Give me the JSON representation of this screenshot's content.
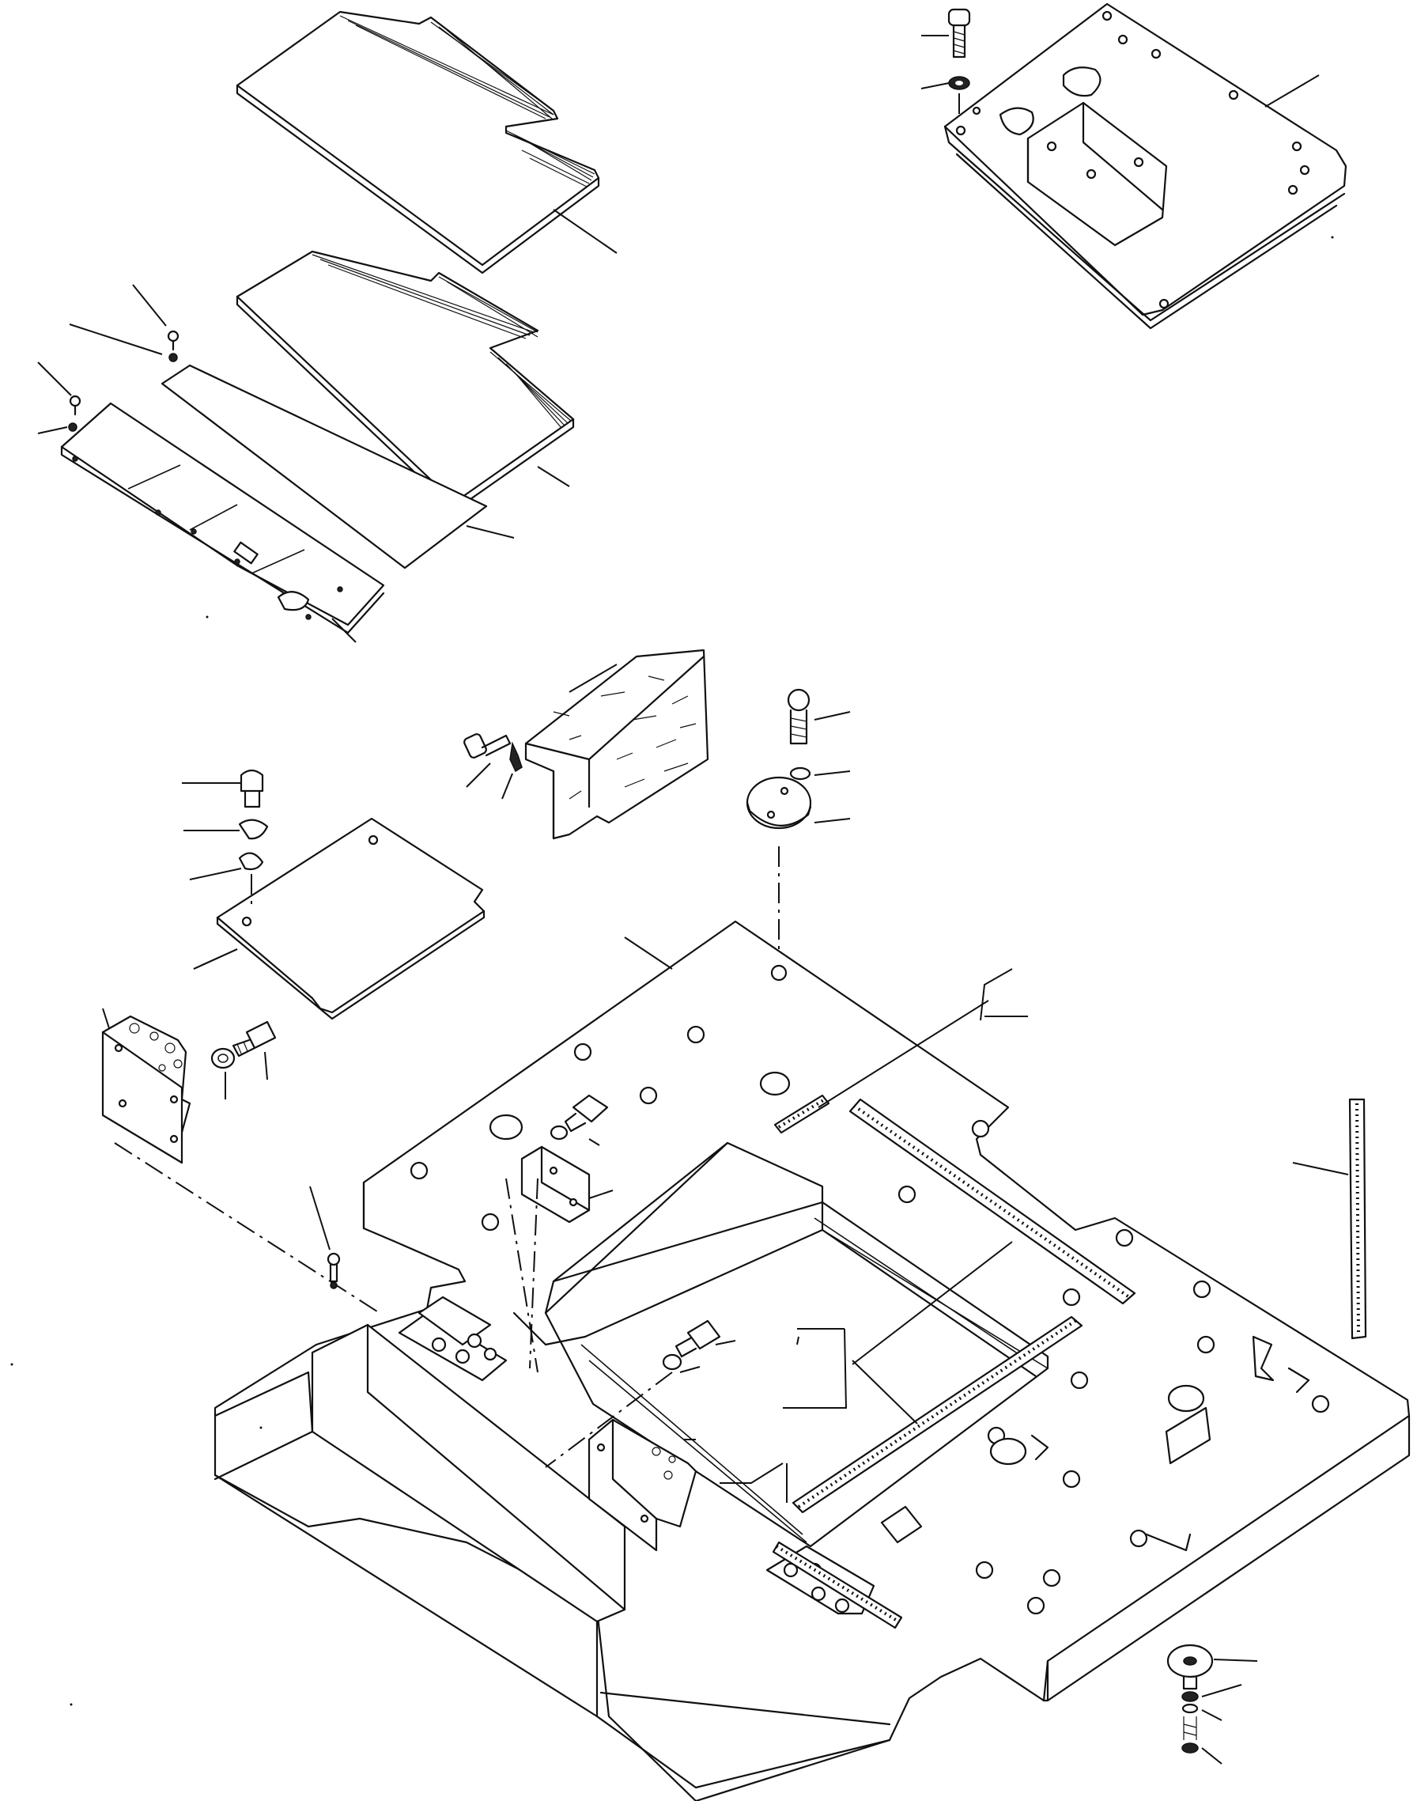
{
  "diagram": {
    "title": "",
    "parts": [
      {
        "id": "floor-mat-upper"
      },
      {
        "id": "floor-mat-lower"
      },
      {
        "id": "floor-cover-plate-sectional"
      },
      {
        "id": "seat-mount-plate"
      },
      {
        "id": "console-block"
      },
      {
        "id": "inspection-cover-plate"
      },
      {
        "id": "round-cover-disc"
      },
      {
        "id": "side-bracket-left"
      },
      {
        "id": "small-bracket-center"
      },
      {
        "id": "side-bracket-front"
      },
      {
        "id": "floor-frame"
      },
      {
        "id": "rubber-seal-strip-loose"
      },
      {
        "id": "seal-strips-on-frame"
      },
      {
        "id": "damper-mount-disc"
      }
    ],
    "callout_labels": []
  }
}
